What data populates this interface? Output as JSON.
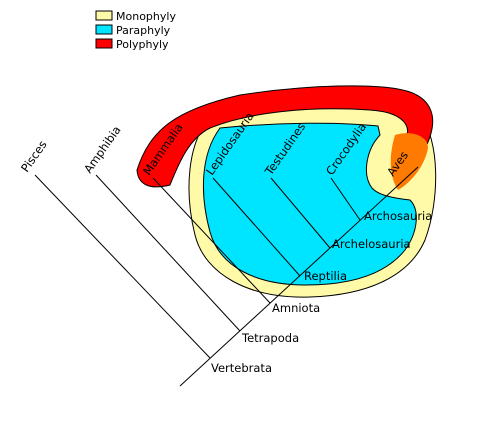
{
  "legend": {
    "items": [
      {
        "label": "Monophyly",
        "color": "#fffaa8"
      },
      {
        "label": "Paraphyly",
        "color": "#00e5ff"
      },
      {
        "label": "Polyphyly",
        "color": "#ff0000"
      }
    ]
  },
  "overlap_color": "#ff7a00",
  "taxa": [
    "Pisces",
    "Amphibia",
    "Mammalia",
    "Lepidosauria",
    "Testudines",
    "Crocodylia",
    "Aves"
  ],
  "clades": [
    "Archosauria",
    "Archelosauria",
    "Reptilia",
    "Amniota",
    "Tetrapoda",
    "Vertebrata"
  ]
}
